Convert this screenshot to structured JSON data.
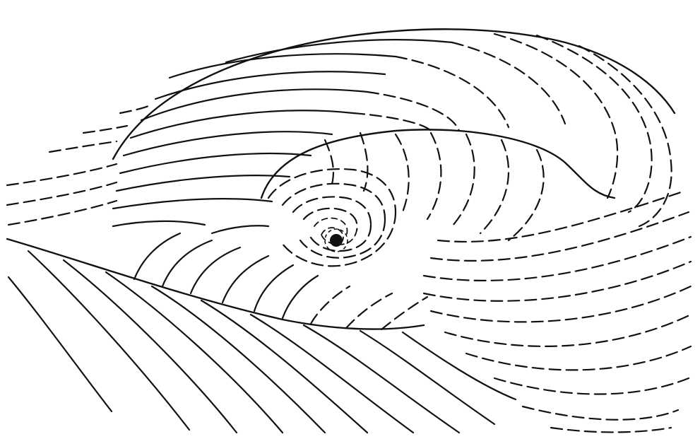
{
  "figure": {
    "ink_color": "#111111",
    "background_color": "#ffffff",
    "line_styles": [
      "solid",
      "dashed"
    ],
    "focal_point": "central-singularity-dot"
  }
}
